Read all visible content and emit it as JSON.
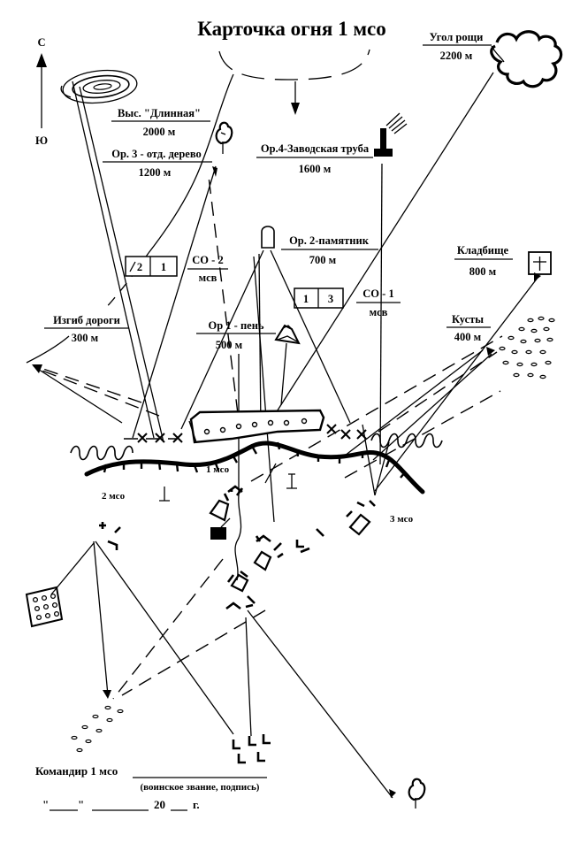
{
  "title": "Карточка огня 1 мсо",
  "compass": {
    "north": "С",
    "south": "Ю"
  },
  "landmarks": {
    "height": {
      "label": "Выс. \"Длинная\"",
      "distance": "2000 м"
    },
    "tree": {
      "label": "Ор. 3 - отд. дерево",
      "distance": "1200 м"
    },
    "chimney": {
      "label": "Ор.4-Заводская труба",
      "distance": "1600 м"
    },
    "grove": {
      "label": "Угол рощи",
      "distance": "2200 м"
    },
    "monument": {
      "label": "Ор. 2-памятник",
      "distance": "700 м"
    },
    "cemetery": {
      "label": "Кладбище",
      "distance": "800 м"
    },
    "stump": {
      "label": "Ор 1 - пень",
      "distance": "500 м"
    },
    "bushes": {
      "label": "Кусты",
      "distance": "400 м"
    },
    "road_bend": {
      "label": "Изгиб дороги",
      "distance": "300 м"
    }
  },
  "sectors": {
    "co2": {
      "label": "СО - 2",
      "unit": "мсв",
      "box_left": "2",
      "box_right": "1"
    },
    "co1": {
      "label": "СО - 1",
      "unit": "мсв",
      "box_left": "1",
      "box_right": "3"
    }
  },
  "squads": {
    "main": "1 мсо",
    "left": "2 мсо",
    "right": "3 мсо"
  },
  "footer": {
    "commander": "Командир 1 мсо",
    "signature_hint": "(воинское звание, подпись)",
    "date_quote_open": "\"",
    "date_quote_close": "\"",
    "year_prefix": "20",
    "year_suffix": "г."
  }
}
